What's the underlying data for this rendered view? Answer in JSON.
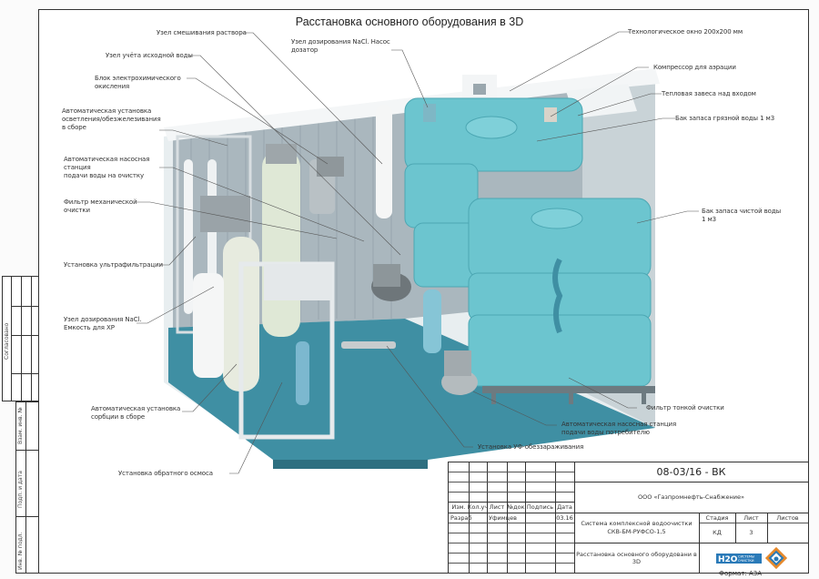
{
  "title": "Расстановка основного оборудования в 3D",
  "labels": {
    "mixing_unit": "Узел смешивания раствора",
    "raw_water_meter": "Узел учёта исходной воды",
    "electrochem_block": "Блок электрохимического\nокисления",
    "clarification_unit": "Автоматическая установка\nосветления/обезжелезивания\nв сборе",
    "pump_station_in": "Автоматическая насосная\nстанция\nподачи воды на очистку",
    "mech_filter": "Фильтр механической\nочистки",
    "ultrafiltration": "Установка ультрафильтрации",
    "nacl_dosing_tank": "Узел дозирования NaCl.\nЕмкость для ХР",
    "sorption_unit": "Автоматическая установка\nсорбции в сборе",
    "reverse_osmosis": "Установка обратного осмоса",
    "nacl_dosing_pump": "Узел дозирования NaCl. Насос\nдозатор",
    "tech_window": "Технологическое окно 200х200 мм",
    "aeration_compressor": "Компрессор для аэрации",
    "heat_curtain": "Тепловая завеса над входом",
    "dirty_tank": "Бак запаса грязной воды 1 м3",
    "clean_tank": "Бак запаса чистой воды\n1 м3",
    "fine_filter": "Фильтр тонкой очистки",
    "pump_station_out": "Автоматическая насосная станция\nподачи воды потребителю",
    "uv_unit": "Установка УФ-обеззараживания"
  },
  "left_stamp": {
    "agreed": "Согласовано",
    "replacement_inv": "Взам. инв. №",
    "sign_date": "Подп. и дата",
    "inv_orig": "Инв. № подл."
  },
  "title_block": {
    "doc_code": "08-03/16 - ВК",
    "company": "ООО «Газпромнефть-Снабжение»",
    "headers": [
      "Изм.",
      "Кол.уч",
      "Лист",
      "№док",
      "Подпись",
      "Дата"
    ],
    "row_role": "Разраб",
    "row_name": "Уфимцев",
    "row_date": "03.16",
    "system_name": "Система комплексной водоочистки\nСКВ-БМ-РУФСО-1,5",
    "stage_header": "Стадия",
    "sheet_header": "Лист",
    "sheets_header": "Листов",
    "stage": "КД",
    "sheet": "3",
    "sheets": "",
    "drawing_name": "Расстановка основного оборудовани в 3D",
    "logo_text": "H2O",
    "logo_sub": "СИСТЕМЫ\nОЧИСТКИ",
    "format": "Формат: А3А"
  },
  "colors": {
    "tank": "#6cc5cf",
    "floor": "#3f8fa3",
    "wall": "#a9b6bd",
    "frame": "#333333",
    "logo_blue": "#2a7ab8",
    "logo_orange": "#e6892b"
  }
}
